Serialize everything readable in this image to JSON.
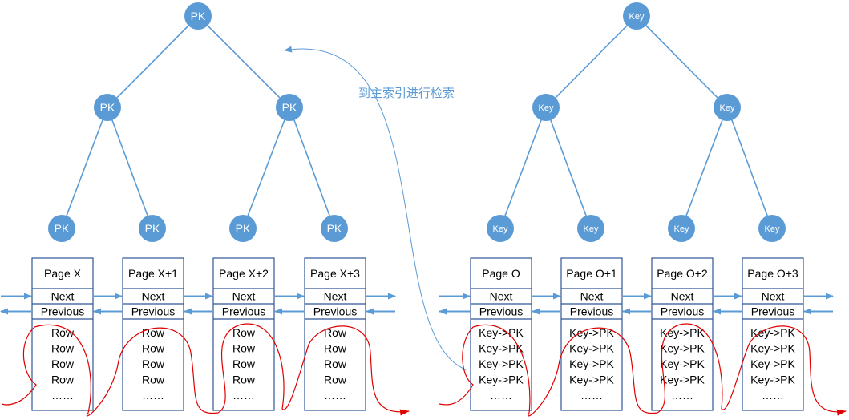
{
  "caption": "到主索引进行检索",
  "colors": {
    "node": "#5b9bd5",
    "edge": "#5b9bd5",
    "box": "#2f5597",
    "arrow": "#5b9bd5",
    "scan": "#e00000",
    "text": "#000000",
    "node_text": "#ffffff"
  },
  "primary_tree": {
    "node_label": "PK",
    "levels": [
      1,
      2,
      4
    ],
    "pages": [
      {
        "title": "Page X",
        "next": "Next",
        "prev": "Previous",
        "rows": [
          "Row",
          "Row",
          "Row",
          "Row",
          "……"
        ]
      },
      {
        "title": "Page X+1",
        "next": "Next",
        "prev": "Previous",
        "rows": [
          "Row",
          "Row",
          "Row",
          "Row",
          "……"
        ]
      },
      {
        "title": "Page X+2",
        "next": "Next",
        "prev": "Previous",
        "rows": [
          "Row",
          "Row",
          "Row",
          "Row",
          "……"
        ]
      },
      {
        "title": "Page X+3",
        "next": "Next",
        "prev": "Previous",
        "rows": [
          "Row",
          "Row",
          "Row",
          "Row",
          "……"
        ]
      }
    ]
  },
  "secondary_tree": {
    "node_label": "Key",
    "levels": [
      1,
      2,
      4
    ],
    "pages": [
      {
        "title": "Page O",
        "next": "Next",
        "prev": "Previous",
        "rows": [
          "Key->PK",
          "Key->PK",
          "Key->PK",
          "Key->PK",
          "……"
        ]
      },
      {
        "title": "Page O+1",
        "next": "Next",
        "prev": "Previous",
        "rows": [
          "Key->PK",
          "Key->PK",
          "Key->PK",
          "Key->PK",
          "……"
        ]
      },
      {
        "title": "Page O+2",
        "next": "Next",
        "prev": "Previous",
        "rows": [
          "Key->PK",
          "Key->PK",
          "Key->PK",
          "Key->PK",
          "……"
        ]
      },
      {
        "title": "Page O+3",
        "next": "Next",
        "prev": "Previous",
        "rows": [
          "Key->PK",
          "Key->PK",
          "Key->PK",
          "Key->PK",
          "……"
        ]
      }
    ]
  }
}
